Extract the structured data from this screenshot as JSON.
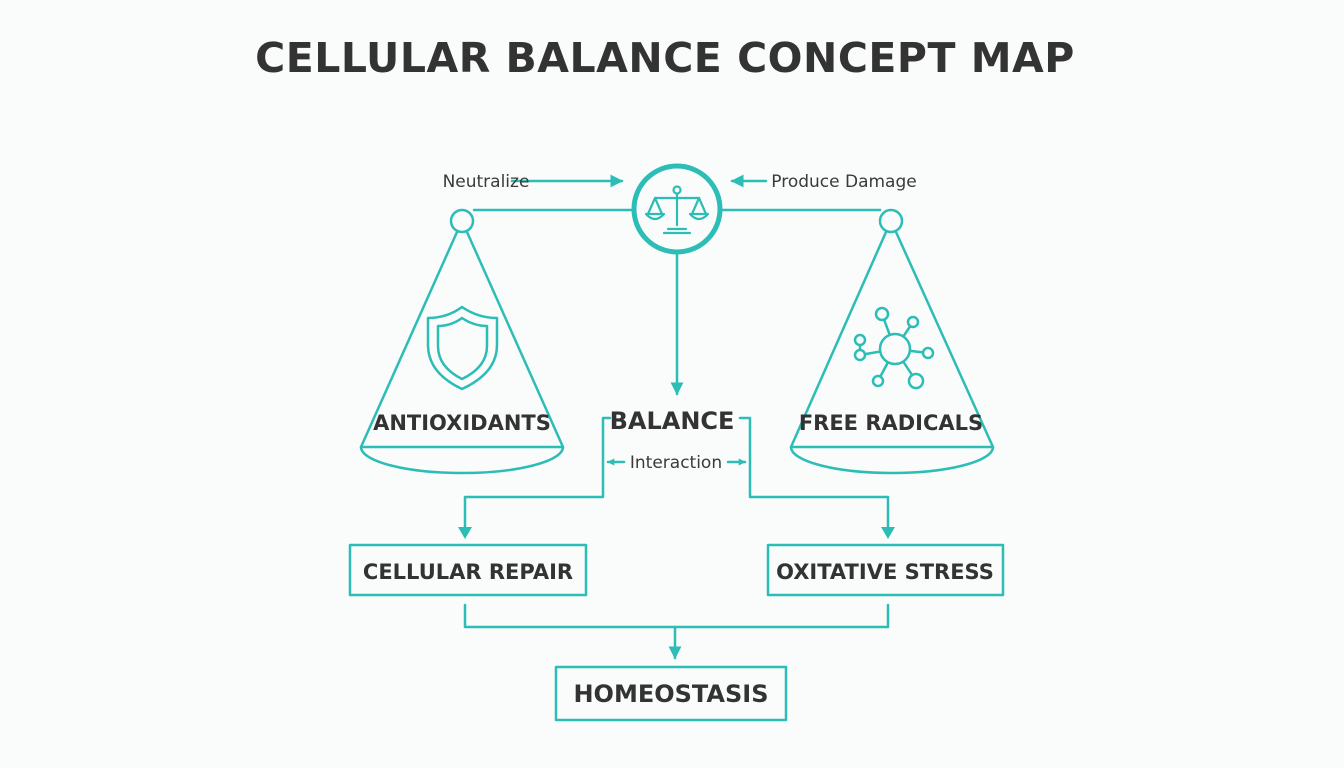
{
  "title": "CELLULAR BALANCE CONCEPT MAP",
  "colors": {
    "accent": "#2bbdb6",
    "text": "#333333",
    "background": "#fafbfb"
  },
  "labels": {
    "neutralize": "Neutralize",
    "produce_damage": "Produce Damage",
    "balance": "BALANCE",
    "interaction": "Interaction"
  },
  "nodes": {
    "antioxidants": "ANTIOXIDANTS",
    "free_radicals": "FREE RADICALS",
    "cellular_repair": "CELLULAR REPAIR",
    "oxidative_stress": "OXITATIVE STRESS",
    "homeostasis": "HOMEOSTASIS"
  },
  "icons": {
    "center": "balance-scale-icon",
    "left": "shield-icon",
    "right": "molecule-icon"
  }
}
